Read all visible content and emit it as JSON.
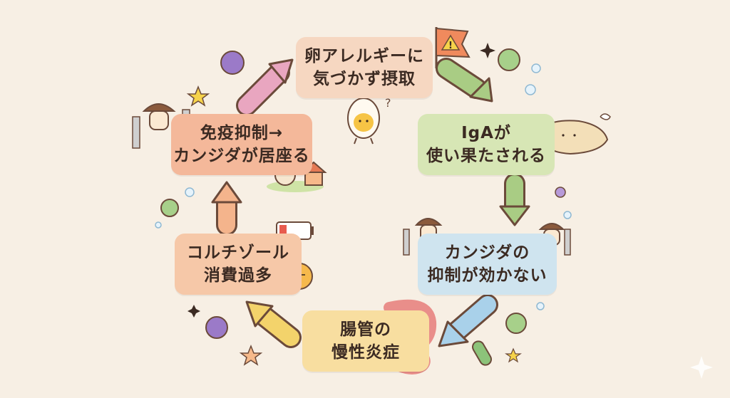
{
  "nodes": [
    {
      "id": "n1",
      "lines": [
        "卵アレルギーに",
        "気づかず摂取"
      ]
    },
    {
      "id": "n2",
      "lines": [
        "IgAが",
        "使い果たされる"
      ]
    },
    {
      "id": "n3",
      "lines": [
        "カンジダの",
        "抑制が効かない"
      ]
    },
    {
      "id": "n4",
      "lines": [
        "腸管の",
        "慢性炎症"
      ]
    },
    {
      "id": "n5",
      "lines": [
        "コルチゾール",
        "消費過多"
      ]
    },
    {
      "id": "n6",
      "lines": [
        "免疫抑制→",
        "カンジダが居座る"
      ]
    }
  ],
  "decor": {
    "warning_flag_glyph": "!",
    "question_glyph": "?"
  },
  "colors": {
    "background": "#f7efe4",
    "text": "#3b2a22",
    "arrow_pink": "#e9a6c0",
    "arrow_green": "#a9cc84",
    "arrow_blue": "#a9d1ea",
    "arrow_yellow": "#f3d36b",
    "arrow_orange": "#f4b48c"
  }
}
